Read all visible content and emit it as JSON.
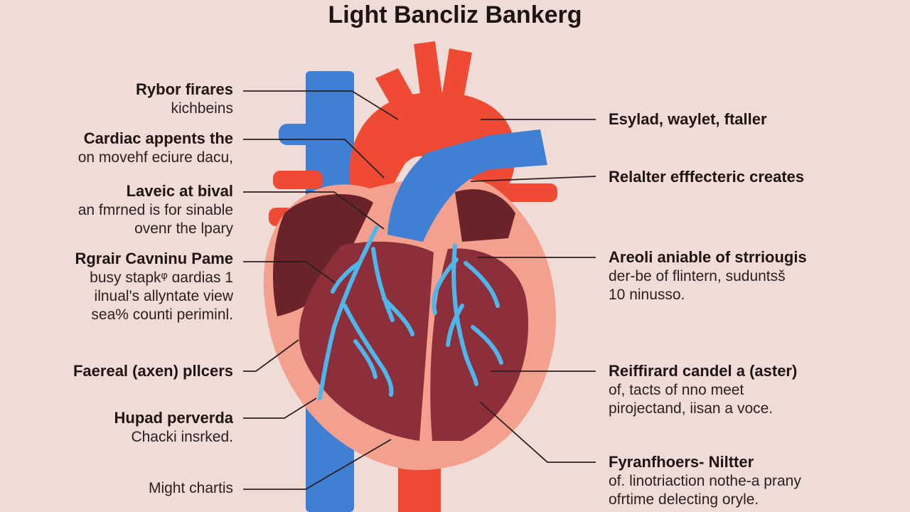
{
  "title": "Light Bancliz Bankerg",
  "colors": {
    "background": "#f0dcd6",
    "artery": "#ef4b34",
    "vein": "#3f7fd4",
    "vessel_light": "#4fb6ec",
    "muscle": "#8c2f3a",
    "atrium": "#6a2328",
    "pericardium": "#f3a18e"
  },
  "left_labels": [
    {
      "heading": "Rybor firares",
      "lines": [
        "kichbeins"
      ]
    },
    {
      "heading": "Cardiac appents the",
      "lines": [
        "on movehf eciure dacu,"
      ]
    },
    {
      "heading": "Laveic at bival",
      "lines": [
        "an fmrned is for sinable",
        "ovenr the lpary"
      ]
    },
    {
      "heading": "Rgrair Cavninu Pame",
      "lines": [
        "busy stapkᵠ ɑardias 1",
        "ilnual's allyntate view",
        "sea% counti periminl."
      ]
    },
    {
      "heading": "Faereal (axen) pllcers",
      "lines": []
    },
    {
      "heading": "Hupad perverda",
      "lines": [
        "Chacki insrked."
      ]
    },
    {
      "heading": "",
      "lines": [
        "Might chartis"
      ]
    }
  ],
  "right_labels": [
    {
      "heading": "Esylad, waylet, ftaller",
      "lines": []
    },
    {
      "heading": "Relalter efffecteric creates",
      "lines": []
    },
    {
      "heading": "Areoli aniable of strriougis",
      "lines": [
        "der-be of flintern, suduntsš",
        "10 ninusso."
      ]
    },
    {
      "heading": "Reiffirard candel a (aster)",
      "lines": [
        "of, tacts of nno meet",
        "pirojectand, iisan a voce."
      ]
    },
    {
      "heading": "Fyranfhoers- Niltter",
      "lines": [
        "of. linotriaction nothe-a prany",
        "ofrtime delecting oryle."
      ]
    }
  ]
}
